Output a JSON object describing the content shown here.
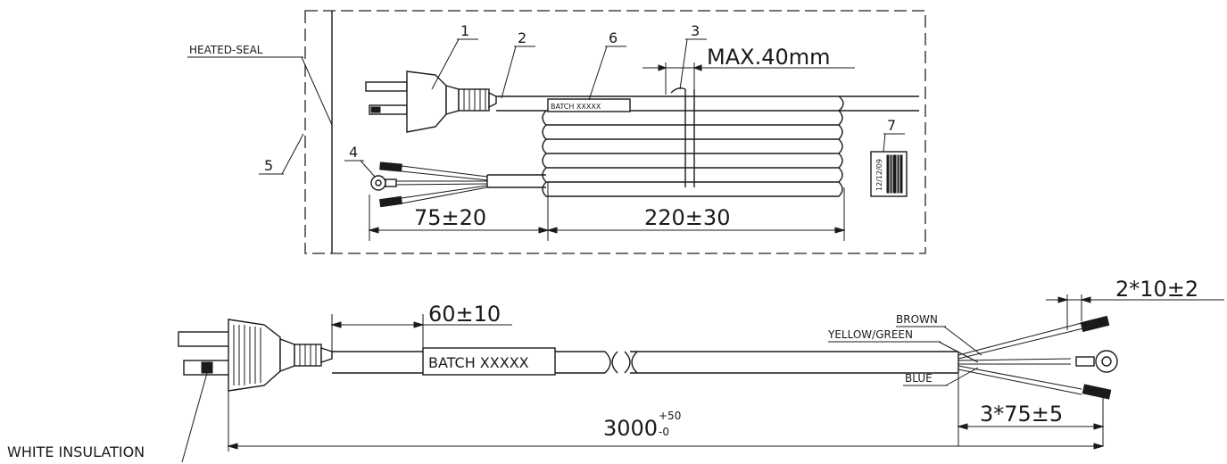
{
  "upper_view": {
    "labels": {
      "heated_seal": "HEATED-SEAL",
      "max_length": "MAX.40mm",
      "batch": "BATCH XXXXX",
      "dim_75": "75±20",
      "dim_220": "220±30",
      "barcode_text": "12/12/09"
    },
    "balloons": [
      "1",
      "2",
      "3",
      "4",
      "5",
      "6",
      "7"
    ]
  },
  "lower_view": {
    "labels": {
      "dim_60": "60±10",
      "batch": "BATCH XXXXX",
      "brown": "BROWN",
      "yellow_green": "YELLOW/GREEN",
      "blue": "BLUE",
      "dim_2x10": "2*10±2",
      "dim_3x75": "3*75±5",
      "dim_total": "3000",
      "tol_upper": "+50",
      "tol_lower": "-0",
      "white_insulation": "WHITE INSULATION"
    }
  },
  "colors": {
    "line": "#1a1a1a",
    "background": "#ffffff"
  }
}
